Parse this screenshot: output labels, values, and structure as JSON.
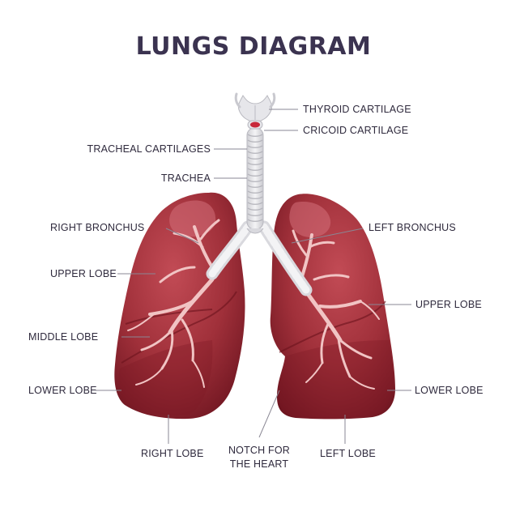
{
  "title": "LUNGS DIAGRAM",
  "labels": {
    "thyroid_cartilage": "THYROID CARTILAGE",
    "cricoid_cartilage": "CRICOID CARTILAGE",
    "tracheal_cartilages": "TRACHEAL CARTILAGES",
    "trachea": "TRACHEA",
    "right_bronchus": "RIGHT BRONCHUS",
    "left_bronchus": "LEFT BRONCHUS",
    "upper_lobe_right": "UPPER LOBE",
    "upper_lobe_left": "UPPER LOBE",
    "middle_lobe": "MIDDLE LOBE",
    "lower_lobe_right": "LOWER LOBE",
    "lower_lobe_left": "LOWER LOBE",
    "right_lobe": "RIGHT LOBE",
    "notch_line1": "NOTCH FOR",
    "notch_line2": "THE HEART",
    "left_lobe": "LEFT LOBE"
  },
  "colors": {
    "title": "#3b3350",
    "label_text": "#2f2a3d",
    "leader_line": "#8a8794",
    "lung_dark": "#7a1822",
    "lung_main": "#a0303a",
    "lung_light": "#c24b55",
    "bronchi": "#f1c4c4",
    "cartilage": "#e3e3e6"
  }
}
